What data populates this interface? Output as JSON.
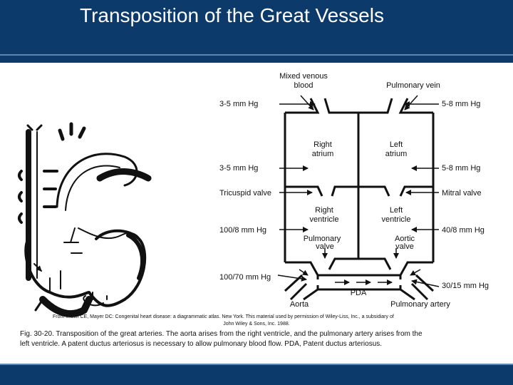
{
  "slide": {
    "title": "Transposition of the Great Vessels",
    "colors": {
      "banner": "#0c3a6b",
      "banner_rule": "#5f86b3"
    }
  },
  "diagram": {
    "top_labels": {
      "mixed_venous": [
        "Mixed venous",
        "blood"
      ],
      "pulmonary_vein": "Pulmonary vein"
    },
    "chambers": {
      "right_atrium": [
        "Right",
        "atrium"
      ],
      "left_atrium": [
        "Left",
        "atrium"
      ],
      "right_ventricle": [
        "Right",
        "ventricle"
      ],
      "left_ventricle": [
        "Left",
        "ventricle"
      ]
    },
    "valves": {
      "pulmonary": [
        "Pulmonary",
        "valve"
      ],
      "aortic": [
        "Aortic",
        "valve"
      ],
      "tricuspid": "Tricuspid valve",
      "mitral": "Mitral valve"
    },
    "pressures": {
      "left_venous": "3-5 mm Hg",
      "left_atrium_side": "3-5 mm Hg",
      "left_ventricle_side": "100/8 mm Hg",
      "left_great_artery": "100/70 mm Hg",
      "right_vein": "5-8 mm Hg",
      "right_atrium_side": "5-8 mm Hg",
      "right_ventricle_side": "40/8 mm Hg",
      "right_great_artery": "30/15 mm Hg"
    },
    "vessels": {
      "aorta": "Aorta",
      "pda": "PDA",
      "pulmonary_artery": "Pulmonary artery"
    }
  },
  "source_credit": [
    "From Mullin CE, Mayer DC: Congenital heart disease: a diagrammatic atlas. New York. This material used by permission of Wiley-Liss, Inc., a subsidiary of",
    "John Wiley & Sons, Inc. 1988."
  ],
  "caption": [
    "Fig. 30-20. Transposition of the great arteries. The aorta arises from the right ventricle, and the pulmonary artery arises from the",
    "left ventricle. A patent ductus arteriosus is necessary to allow pulmonary blood flow. PDA, Patent ductus arteriosus."
  ]
}
